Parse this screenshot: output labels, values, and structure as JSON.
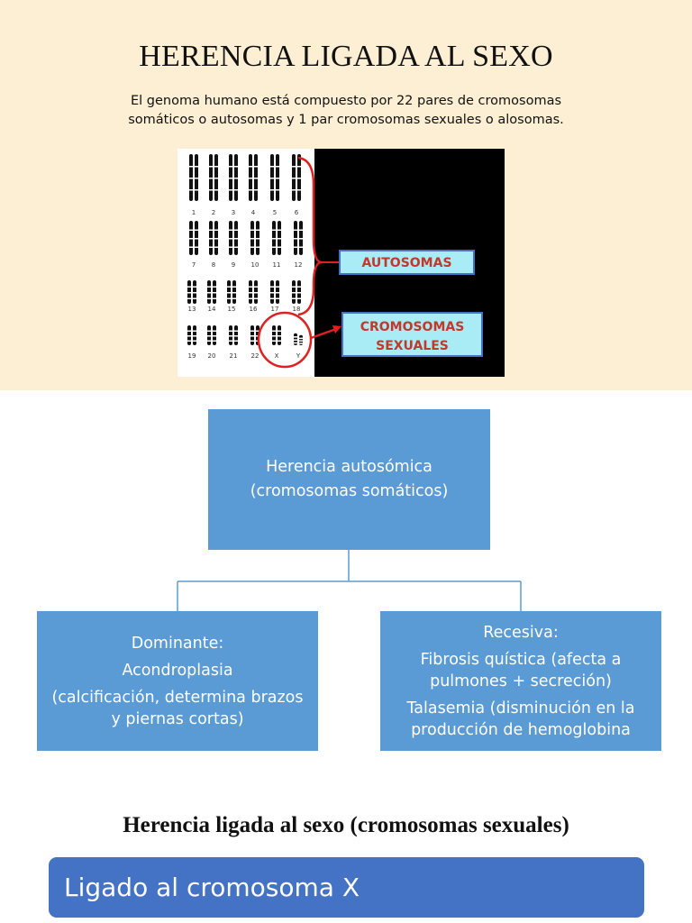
{
  "slide": {
    "title": "HERENCIA LIGADA AL SEXO",
    "intro_line1": "El genoma humano está compuesto por 22 pares de cromosomas",
    "intro_line2": "somáticos o autosomas y 1 par cromosomas sexuales o alosomas."
  },
  "karyotype": {
    "pair_labels": [
      "1",
      "2",
      "3",
      "4",
      "5",
      "6",
      "7",
      "8",
      "9",
      "10",
      "11",
      "12",
      "13",
      "14",
      "15",
      "16",
      "17",
      "18",
      "19",
      "20",
      "21",
      "22",
      "X",
      "Y"
    ],
    "autosomes_label": "AUTOSOMAS",
    "sex_chromosomes_line1": "CROMOSOMAS",
    "sex_chromosomes_line2": "SEXUALES",
    "colors": {
      "panel_left": "#ffffff",
      "panel_right": "#000000",
      "label_box": "#a9ecf5",
      "label_border": "#4472c4",
      "label_text": "#c0392b",
      "highlight": "#e02020"
    }
  },
  "diagram": {
    "root_line1": "Herencia autosómica",
    "root_line2": "(cromosomas somáticos)",
    "dominant": {
      "heading": "Dominante:",
      "disease": "Acondroplasia",
      "detail_line1": "(calcificación, determina brazos",
      "detail_line2": "y piernas cortas)"
    },
    "recessive": {
      "heading": "Recesiva:",
      "item1_line1": "Fibrosis quística (afecta a",
      "item1_line2": "pulmones + secreción)",
      "item2_line1": "Talasemia (disminución en la",
      "item2_line2": "producción de hemoglobina"
    },
    "colors": {
      "box": "#5b9bd5",
      "connector": "#5b9bd5"
    }
  },
  "sex_linked": {
    "heading": "Herencia ligada al sexo (cromosomas sexuales)",
    "x_linked_label": "Ligado al cromosoma X",
    "colors": {
      "bar": "#4472c4",
      "top_panel": "#fcefd3"
    }
  }
}
